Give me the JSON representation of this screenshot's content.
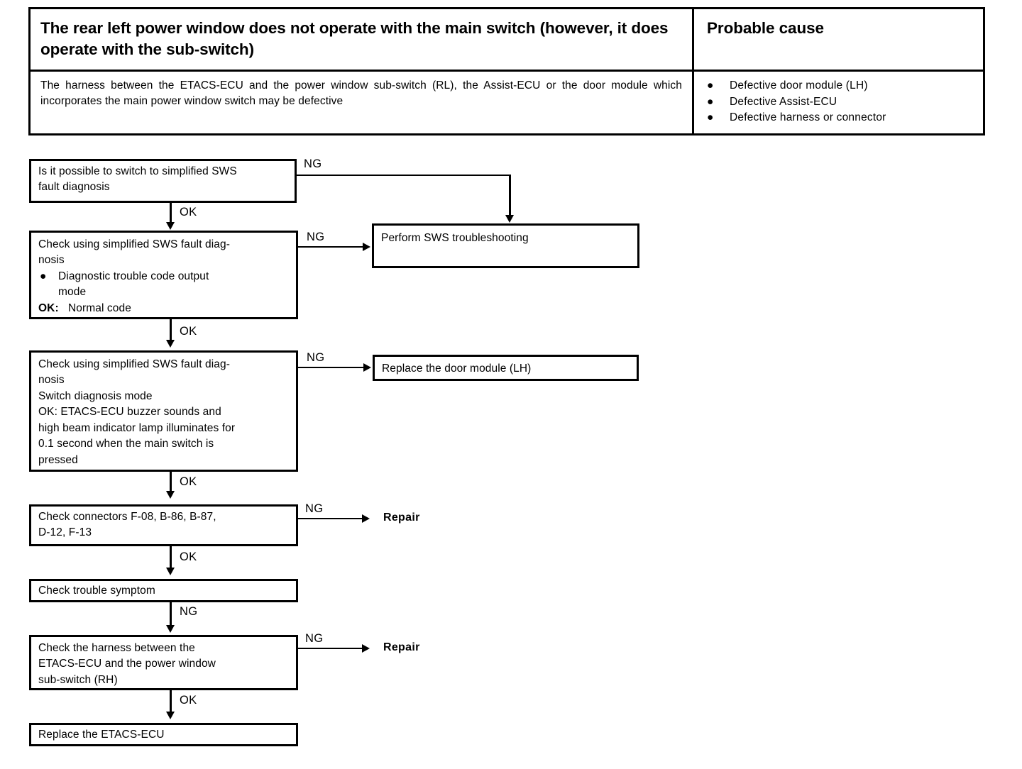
{
  "table": {
    "header": {
      "symptom_title": "The rear left power window does not operate with the main switch (however, it does operate with the sub-switch)",
      "cause_title": "Probable cause"
    },
    "body": {
      "description": "The harness between the ETACS-ECU and the power window sub-switch (RL), the Assist-ECU or the door module which incorporates the main power window switch may be defective",
      "causes": [
        "Defective door module (LH)",
        "Defective Assist-ECU",
        "Defective harness or connector"
      ],
      "bullet_glyph": "●"
    }
  },
  "flowchart": {
    "step1": {
      "line1": "Is it possible to switch to simplified SWS",
      "line2": "fault diagnosis"
    },
    "step2": {
      "line1": "Check using simplified SWS fault diag-",
      "line2": "nosis",
      "bullet_glyph": "●",
      "bullet_line1": "Diagnostic trouble code output",
      "bullet_line2": "mode",
      "ok_label": "OK:",
      "ok_value": "Normal code"
    },
    "step3": {
      "line1": "Check using simplified SWS fault diag-",
      "line2": "nosis",
      "line3": "Switch diagnosis mode",
      "line4": "OK: ETACS-ECU buzzer sounds and",
      "line5": "high beam indicator lamp illuminates for",
      "line6": "0.1 second when the main switch is",
      "line7": "pressed"
    },
    "step4": {
      "line1": "Check connectors F-08, B-86, B-87,",
      "line2": "D-12, F-13"
    },
    "step5": {
      "line1": "Check trouble symptom"
    },
    "step6": {
      "line1": "Check the harness between the",
      "line2": "ETACS-ECU and the power window",
      "line3": "sub-switch (RH)"
    },
    "step7": {
      "line1": "Replace the ETACS-ECU"
    },
    "out_sws": {
      "line1": "Perform SWS troubleshooting"
    },
    "out_door_module": {
      "line1": "Replace the door module (LH)"
    },
    "repair_1": "Repair",
    "repair_2": "Repair",
    "edges": {
      "ng1": "NG",
      "ok1": "OK",
      "ng2": "NG",
      "ok2": "OK",
      "ng3": "NG",
      "ok3": "OK",
      "ng4": "NG",
      "ok4": "OK",
      "ng5": "NG",
      "ng6": "NG",
      "ok5": "OK"
    }
  },
  "colors": {
    "ink": "#000000",
    "paper": "#ffffff"
  }
}
